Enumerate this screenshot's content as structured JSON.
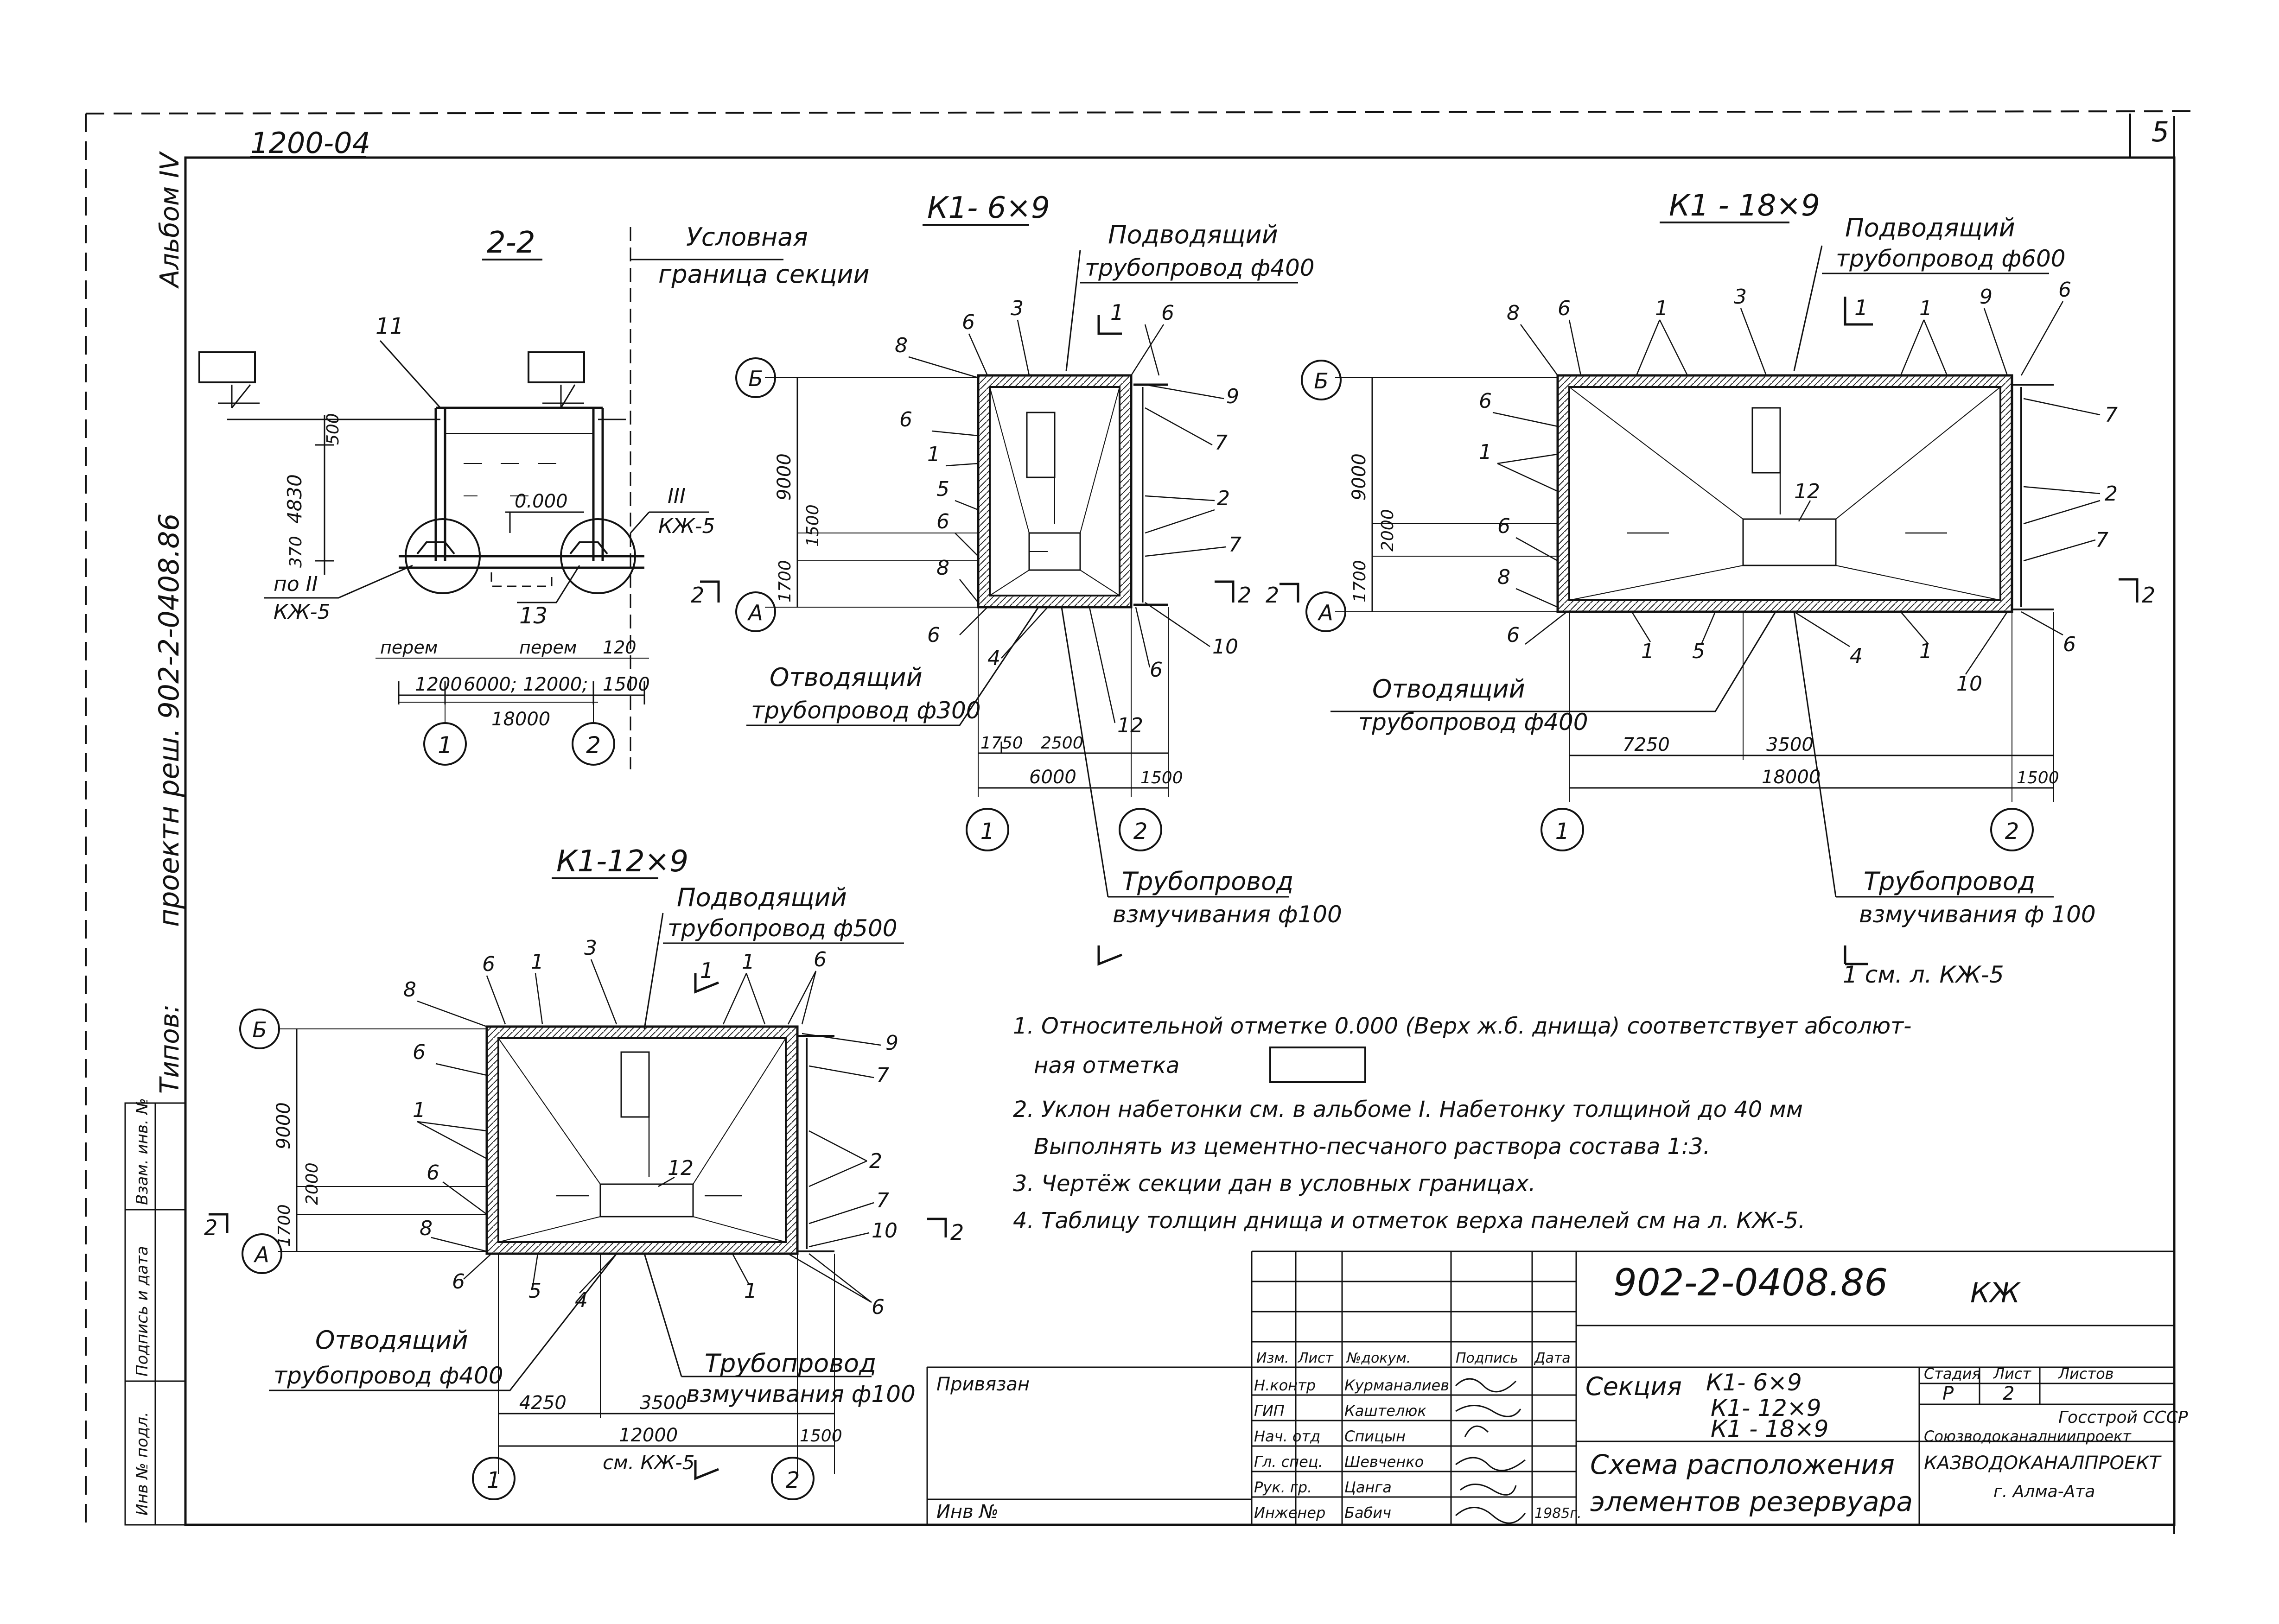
{
  "sheet": {
    "page_number": "5",
    "top_code": "1200-04",
    "album": "Альбом IV",
    "project_vertical": "проектн реш. 902-2-0408.86",
    "type_label": "Типов:"
  },
  "section_22": {
    "title": "2-2",
    "boundary_1": "Условная",
    "boundary_2": "граница секции",
    "dims": [
      "500",
      "4830",
      "370",
      "0.000",
      "1200",
      "6000; 12000;",
      "1500",
      "18000",
      "перем",
      "перем",
      "120"
    ],
    "callouts": [
      "11",
      "13"
    ],
    "refs": [
      "по II",
      "КЖ-5",
      "III",
      "КЖ-5"
    ],
    "axes": [
      "1",
      "2"
    ]
  },
  "plan_6x9": {
    "title": "К1- 6×9",
    "inlet_1": "Подводящий",
    "inlet_2": "трубопровод ф400",
    "outlet_1": "Отводящий",
    "outlet_2": "трубопровод ф300",
    "stir_1": "Трубопровод",
    "stir_2": "взмучивания ф100",
    "dims": [
      "9000",
      "1700",
      "1500",
      "1750",
      "2500",
      "6000",
      "1500"
    ],
    "callouts": [
      "8",
      "6",
      "3",
      "1",
      "6",
      "6",
      "1",
      "5",
      "6",
      "8",
      "6",
      "4",
      "9",
      "7",
      "2",
      "7",
      "10",
      "6",
      "12"
    ],
    "axes": [
      "Б",
      "А",
      "1",
      "2"
    ],
    "cut": [
      "1",
      "2",
      "2"
    ]
  },
  "plan_18x9": {
    "title": "К1 - 18×9",
    "inlet_1": "Подводящий",
    "inlet_2": "трубопровод ф600",
    "outlet_1": "Отводящий",
    "outlet_2": "трубопровод ф400",
    "stir_1": "Трубопровод",
    "stir_2": "взмучивания ф 100",
    "note_ref": "1 см. л. КЖ-5",
    "dims": [
      "9000",
      "1700",
      "2000",
      "7250",
      "3500",
      "18000",
      "1500"
    ],
    "callouts": [
      "8",
      "6",
      "1",
      "3",
      "1",
      "9",
      "6",
      "6",
      "1",
      "6",
      "8",
      "6",
      "1",
      "5",
      "4",
      "1",
      "10",
      "6",
      "12",
      "7",
      "2",
      "7"
    ],
    "axes": [
      "Б",
      "А",
      "1",
      "2"
    ],
    "cut": [
      "1",
      "2",
      "2"
    ]
  },
  "plan_12x9": {
    "title": "К1-12×9",
    "inlet_1": "Подводящий",
    "inlet_2": "трубопровод ф500",
    "outlet_1": "Отводящий",
    "outlet_2": "трубопровод ф400",
    "stir_1": "Трубопровод",
    "stir_2": "взмучивания ф100",
    "ref": "см. КЖ-5",
    "dims": [
      "9000",
      "1700",
      "2000",
      "4250",
      "3500",
      "12000",
      "1500"
    ],
    "callouts": [
      "8",
      "6",
      "6",
      "1",
      "3",
      "1",
      "6",
      "1",
      "6",
      "8",
      "6",
      "5",
      "4",
      "1",
      "9",
      "7",
      "2",
      "7",
      "10",
      "6",
      "12"
    ],
    "axes": [
      "Б",
      "А",
      "1",
      "2"
    ],
    "cut": [
      "1",
      "2",
      "2"
    ]
  },
  "notes": [
    "1. Относительной отметке 0.000 (Верх ж.б. днища) соответствует абсолют-",
    "ная отметка",
    "2. Уклон набетонки см. в альбоме I. Набетонку толщиной до 40 мм",
    "Выполнять из цементно-песчаного раствора состава 1:3.",
    "3. Чертёж секции дан в условных границах.",
    "4. Таблицу толщин днища и отметок верха панелей см на л. КЖ-5."
  ],
  "left_stamp": [
    "Инв № подл.",
    "Подпись и дата",
    "Взам. инв. №"
  ],
  "title_block": {
    "code": "902-2-0408.86",
    "mark": "КЖ",
    "header_cols": [
      "Изм.",
      "Лист",
      "№докум.",
      "Подпись",
      "Дата"
    ],
    "roles": [
      "Н.контр",
      "ГИП",
      "Нач. отд",
      "Гл. спец.",
      "Рук. гр.",
      "Инженер"
    ],
    "names": [
      "Курманалиев",
      "Каштелюк",
      "Спицын",
      "Шевченко",
      "Цанга",
      "Бабич"
    ],
    "date": "1985г.",
    "section_label": "Секция",
    "sections": [
      "К1- 6×9",
      "К1- 12×9",
      "К1 - 18×9"
    ],
    "sheet_title_1": "Схема расположения",
    "sheet_title_2": "элементов резервуара",
    "stage_head": [
      "Стадия",
      "Лист",
      "Листов"
    ],
    "stage": "Р",
    "sheet_no": "2",
    "org_1": "Госстрой СССР",
    "org_2": "Союзводоканалниипроект",
    "org_3": "КАЗВОДОКАНАЛПРОЕКТ",
    "org_4": "г. Алма-Ата",
    "privyazan": "Привязан",
    "inv": "Инв №"
  }
}
